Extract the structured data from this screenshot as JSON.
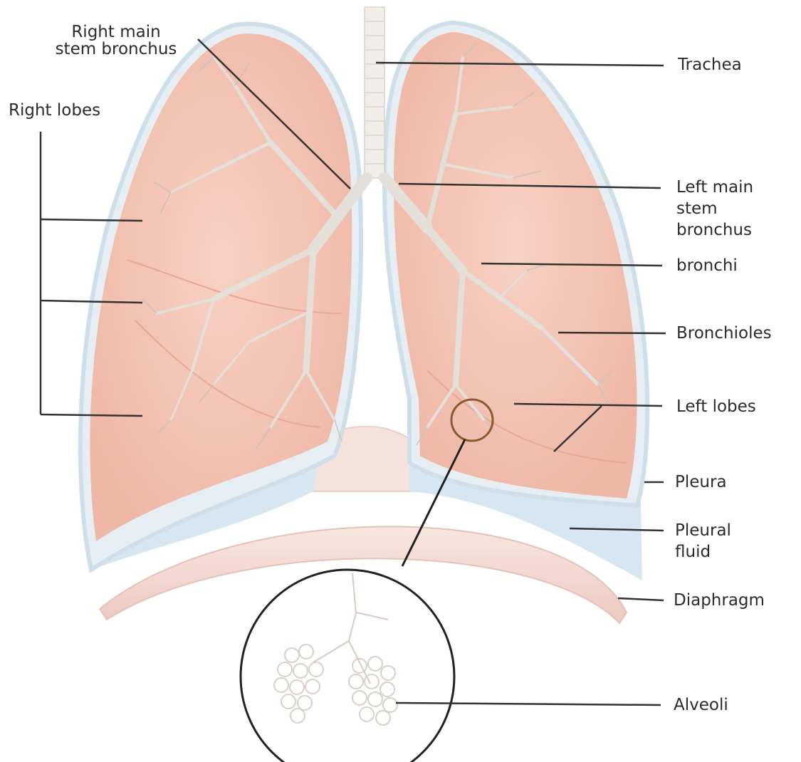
{
  "diagram": {
    "labels": {
      "right_main_stem_bronchus": {
        "line1": "Right main",
        "line2": "stem bronchus"
      },
      "right_lobes": "Right lobes",
      "trachea": "Trachea",
      "left_main_stem_bronchus": {
        "line1": "Left main",
        "line2": "stem",
        "line3": "bronchus"
      },
      "bronchi": "bronchi",
      "bronchioles": "Bronchioles",
      "left_lobes": "Left lobes",
      "pleura": "Pleura",
      "pleural_fluid": {
        "line1": "Pleural",
        "line2": "fluid"
      },
      "diaphragm": "Diaphragm",
      "alveoli": "Alveoli"
    },
    "colors": {
      "lung_fill": "#f5c7b8",
      "lung_shade": "#eeb2a2",
      "pleura_outline": "#cfe2ee",
      "pleural_fluid": "#d8e8f1",
      "diaphragm": "#f3dcd6",
      "airway": "#e9e6e1",
      "leader_line": "#333333"
    }
  }
}
